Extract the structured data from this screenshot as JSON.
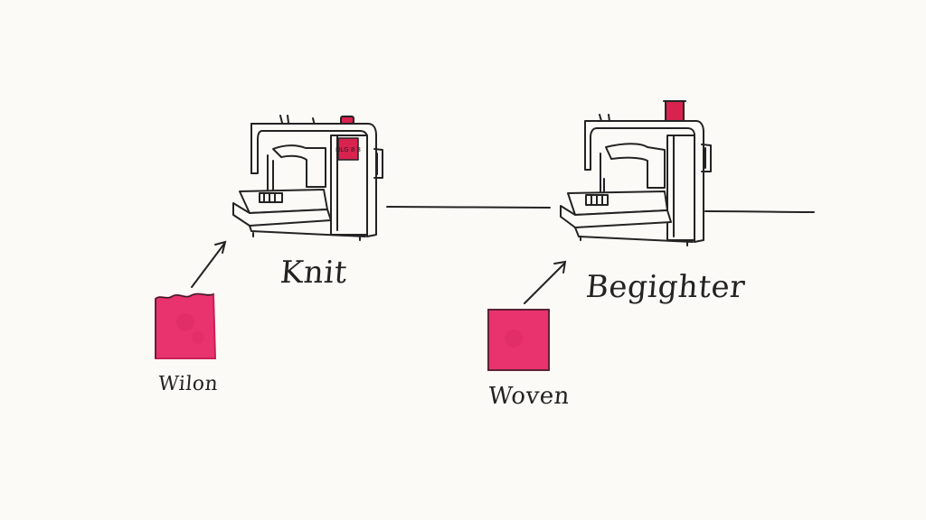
{
  "diagram": {
    "machines": [
      {
        "name": "knit-machine",
        "label": "Knit",
        "panel_text": "NLG 8 8"
      },
      {
        "name": "beg-machine",
        "label": "Begighter"
      }
    ],
    "swatches": [
      {
        "name": "knit-swatch",
        "label": "Wilon"
      },
      {
        "name": "woven-swatch",
        "label": "Woven"
      }
    ],
    "colors": {
      "ink": "#232323",
      "fabric": "#e8336f",
      "fabric_dark": "#c91f58",
      "paper": "#fbfaf7",
      "spool": "#d8234f"
    }
  }
}
